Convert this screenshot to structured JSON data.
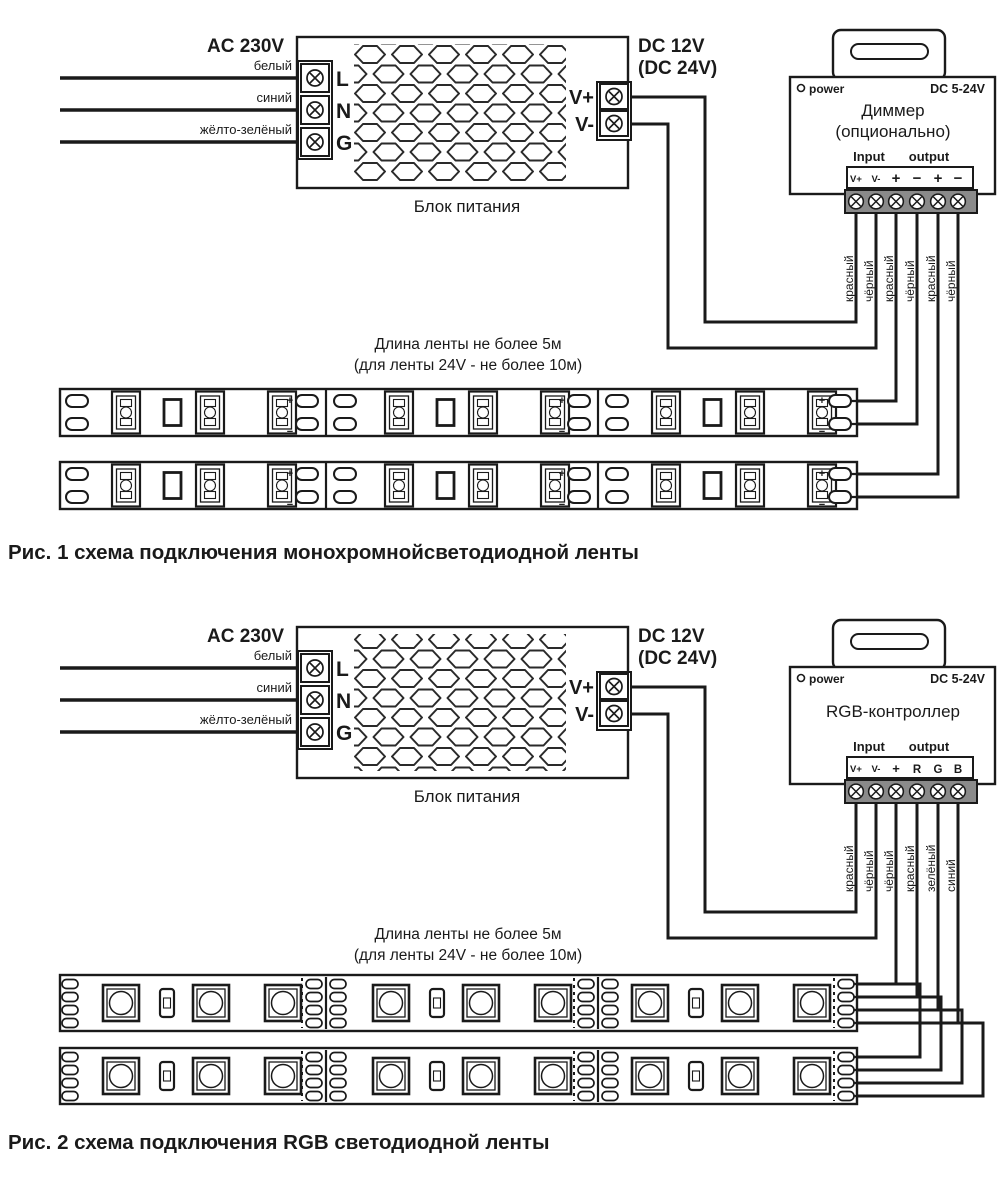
{
  "palette": {
    "ink": "#1a1a1a",
    "paper": "#ffffff",
    "screw_block": "#8a8a8a"
  },
  "psu": {
    "ac_label": "AC 230V",
    "dc_label_line1": "DC 12V",
    "dc_label_line2": "(DC 24V)",
    "name": "Блок питания",
    "input_terminals": [
      "L",
      "N",
      "G"
    ],
    "output_terminals": [
      "V+",
      "V-"
    ],
    "input_wires": [
      "белый",
      "синий",
      "жёлто-зелёный"
    ]
  },
  "strip_note": {
    "line1": "Длина ленты не более 5м",
    "line2": "(для ленты 24V - не более 10м)"
  },
  "polarity": {
    "plus": "+",
    "minus": "−"
  },
  "fig1": {
    "caption": "Рис. 1 схема подключения монохромнойсветодиодной ленты",
    "controller": {
      "power_led": "power",
      "voltage": "DC 5-24V",
      "name_line1": "Диммер",
      "name_line2": "(опционально)",
      "input": "Input",
      "output": "output",
      "terminals": [
        "V+",
        "V-",
        "+",
        "−",
        "+",
        "−"
      ]
    },
    "wire_colors": [
      "красный",
      "чёрный",
      "красный",
      "чёрный",
      "красный",
      "чёрный"
    ]
  },
  "fig2": {
    "caption": "Рис. 2 схема подключения RGB светодиодной ленты",
    "controller": {
      "power_led": "power",
      "voltage": "DC 5-24V",
      "name": "RGB-контроллер",
      "input": "Input",
      "output": "output",
      "terminals": [
        "V+",
        "V-",
        "+",
        "R",
        "G",
        "B"
      ]
    },
    "wire_colors": [
      "красный",
      "чёрный",
      "чёрный",
      "красный",
      "зелёный",
      "синий"
    ]
  }
}
